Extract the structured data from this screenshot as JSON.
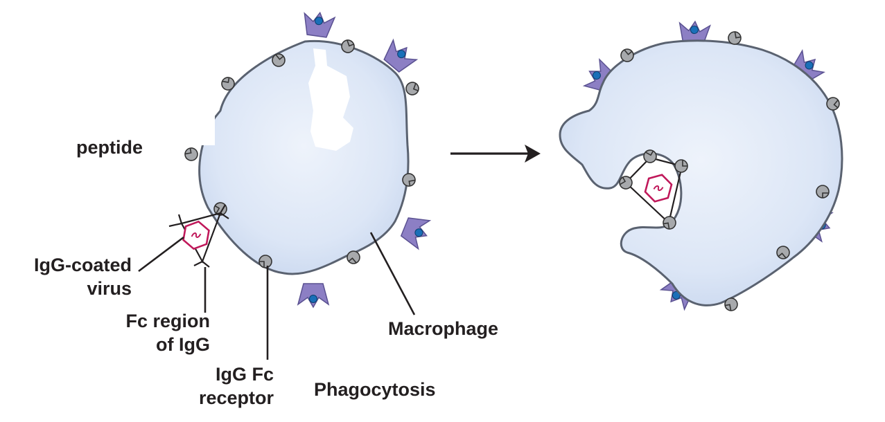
{
  "labels": {
    "peptide": "peptide",
    "igg_coated_virus_line1": "IgG-coated",
    "igg_coated_virus_line2": "virus",
    "fc_region_line1": "Fc region",
    "fc_region_line2": "of IgG",
    "fc_receptor_line1": "IgG Fc",
    "fc_receptor_line2": "receptor",
    "macrophage": "Macrophage",
    "phagocytosis": "Phagocytosis"
  },
  "colors": {
    "cell_fill": "#dce6f6",
    "cell_outline": "#5a6270",
    "receptor_grey": "#a7a9ac",
    "mhc_purple": "#8c7fc4",
    "peptide_blue": "#1a6fb8",
    "virus_magenta": "#c0185a",
    "text": "#231f20"
  }
}
